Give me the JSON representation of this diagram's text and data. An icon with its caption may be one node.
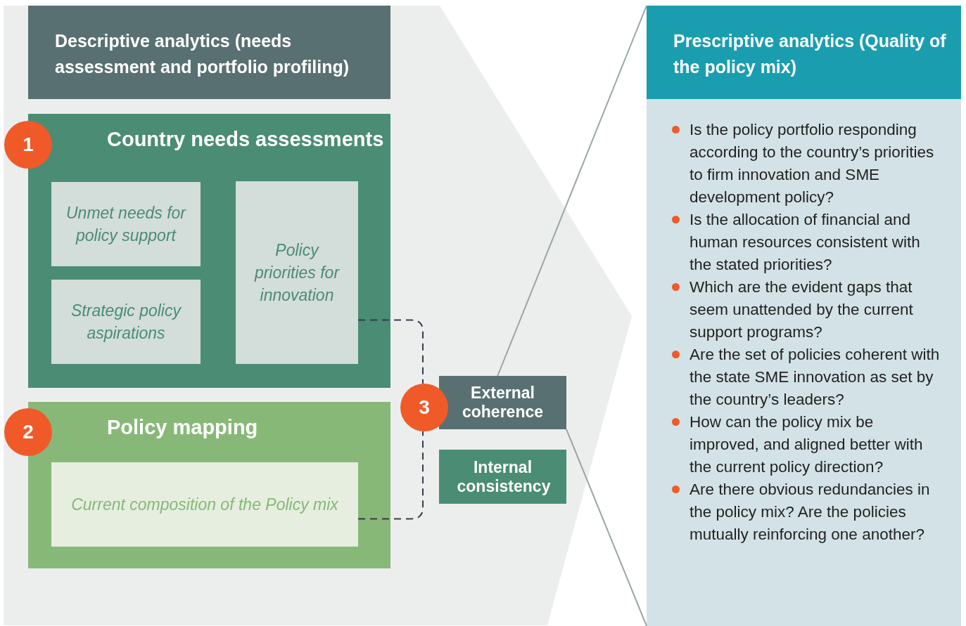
{
  "diagram": {
    "nodes": [
      {
        "text": [
          "Descriptive analytics (needs assessment and portfolio profiling)"
        ]
      },
      {
        "text": [
          "1"
        ]
      },
      {
        "text": [
          "Country needs assessments"
        ]
      },
      {
        "text": [
          "Unmet needs for policy support"
        ],
        "in": 2
      },
      {
        "text": [
          "Strategic policy aspirations"
        ],
        "in": 2
      },
      {
        "text": [
          "Policy priorities for innovation"
        ],
        "in": 2
      },
      {
        "text": [
          "2"
        ]
      },
      {
        "text": [
          "Policy mapping"
        ]
      },
      {
        "text": [
          "Current composition of the Policy mix"
        ],
        "in": 7
      },
      {
        "text": [
          "3"
        ]
      },
      {
        "text": [
          "External coherence"
        ]
      },
      {
        "text": [
          "Internal consistency"
        ]
      },
      {
        "text": [
          "Prescriptive analytics (Quality of the policy mix)"
        ]
      },
      {
        "text": [
          "Is the policy portfolio responding according to the country’s priorities to firm innovation and SME development policy?",
          "Is the allocation of financial and human resources consistent with the stated priorities?",
          "Which are the evident gaps that seem unattended by the current support programs?",
          "Are the set of policies coherent with the state SME innovation as set by the country’s leaders?",
          "How can the policy mix be improved, and aligned better with the current policy direction?",
          "Are there obvious redundancies in the policy mix? Are the policies mutually reinforcing one another?"
        ]
      }
    ],
    "edges": [
      {
        "from": 5,
        "to": 9,
        "arrow": "none",
        "style": "dashed"
      },
      {
        "from": 8,
        "to": 9,
        "arrow": "none",
        "style": "dashed"
      },
      {
        "from": 10,
        "to": 12,
        "arrow": "none",
        "color": "#9aa6a6"
      },
      {
        "from": 10,
        "to": 13,
        "arrow": "none",
        "color": "#9aa6a6"
      }
    ]
  }
}
